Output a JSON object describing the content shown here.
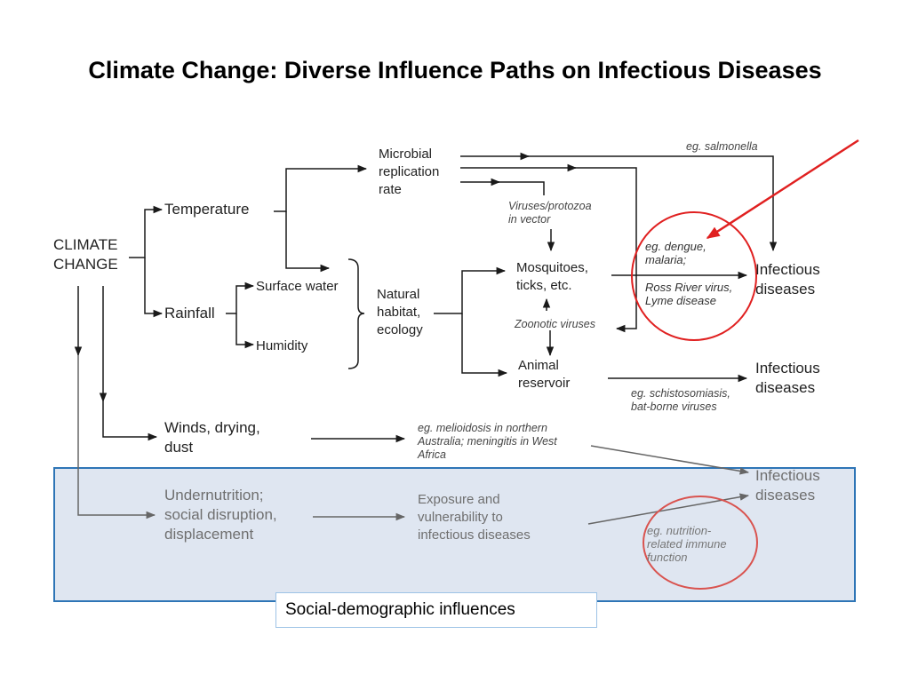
{
  "title": "Climate Change: Diverse Influence Paths on Infectious Diseases",
  "nodes": {
    "climate_change": [
      "CLIMATE",
      "CHANGE"
    ],
    "temperature": "Temperature",
    "rainfall": "Rainfall",
    "surface_water": "Surface water",
    "humidity": "Humidity",
    "microbial": [
      "Microbial",
      "replication",
      "rate"
    ],
    "natural_habitat": [
      "Natural",
      "habitat,",
      "ecology"
    ],
    "viruses_protozoa": [
      "Viruses/protozoa",
      "in vector"
    ],
    "mosquitoes": [
      "Mosquitoes,",
      "ticks, etc."
    ],
    "zoonotic": "Zoonotic viruses",
    "animal_reservoir": [
      "Animal",
      "reservoir"
    ],
    "winds": [
      "Winds, drying,",
      "dust"
    ],
    "undernutrition": [
      "Undernutrition;",
      "social disruption,",
      "displacement"
    ],
    "exposure": [
      "Exposure and",
      "vulnerability to",
      "infectious diseases"
    ],
    "infectious_1": [
      "Infectious",
      "diseases"
    ],
    "infectious_2": [
      "Infectious",
      "diseases"
    ],
    "infectious_3": [
      "Infectious",
      "diseases"
    ]
  },
  "notes": {
    "salmonella": "eg. salmonella",
    "schisto": [
      "eg. schistosomiasis,",
      "bat-borne viruses"
    ],
    "melioidosis": [
      "eg. melioidosis in northern",
      "Australia; meningitis in West",
      "Africa"
    ],
    "dengue": [
      "eg. dengue,",
      "malaria;"
    ],
    "ross_river": [
      "Ross River virus,",
      "Lyme disease"
    ],
    "nutrition": [
      "eg. nutrition-",
      "related immune",
      "function"
    ]
  },
  "social_label": "Social-demographic influences",
  "colors": {
    "arrow": "#1a1a1a",
    "faded_arrow": "#666666",
    "red_accent": "#e02020",
    "red_circle_faded": "#d9534f",
    "box_fill": "#dfe6f1",
    "box_border": "#2e75b6"
  }
}
